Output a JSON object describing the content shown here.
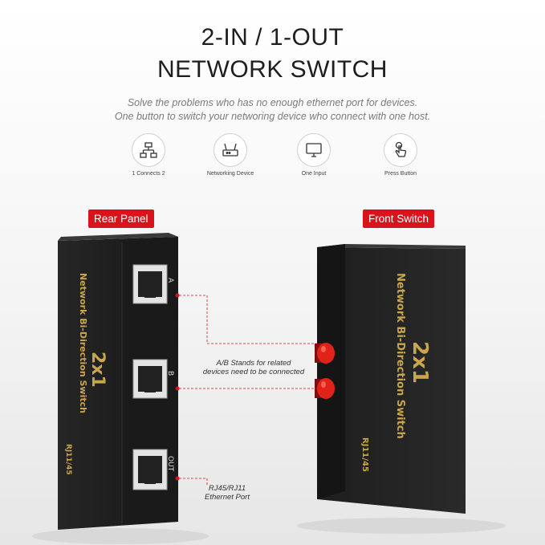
{
  "header": {
    "title_line1": "2-IN / 1-OUT",
    "title_line2": "NETWORK SWITCH",
    "subtitle_line1": "Solve the problems who has no enough ethernet port for devices.",
    "subtitle_line2": "One button to switch your networing device who connect with one host."
  },
  "features": [
    {
      "label": "1 Connects 2",
      "icon": "network-tree-icon"
    },
    {
      "label": "Networking Device",
      "icon": "router-icon"
    },
    {
      "label": "One Input",
      "icon": "monitor-icon"
    },
    {
      "label": "Press Button",
      "icon": "touch-hand-icon"
    }
  ],
  "rear_panel": {
    "badge": "Rear Panel",
    "port_a": "A",
    "port_b": "B",
    "port_out": "OUT",
    "brand_line1": "2x1",
    "brand_line2": "Network Bi-Direction Switch",
    "brand_line3": "RJ11/45"
  },
  "front_switch": {
    "badge": "Front Switch",
    "brand_line1": "2x1",
    "brand_line2": "Network Bi-Direction Switch",
    "brand_line3": "RJ11/45"
  },
  "annotations": {
    "ab_line1": "A/B Stands for related",
    "ab_line2": "devices need to be connected",
    "port_line1": "RJ45/RJ11",
    "port_line2": "Ethernet Port"
  },
  "colors": {
    "accent_red": "#d8131b",
    "device_black": "#1b1b1b",
    "gold_text": "#c9a64b"
  }
}
